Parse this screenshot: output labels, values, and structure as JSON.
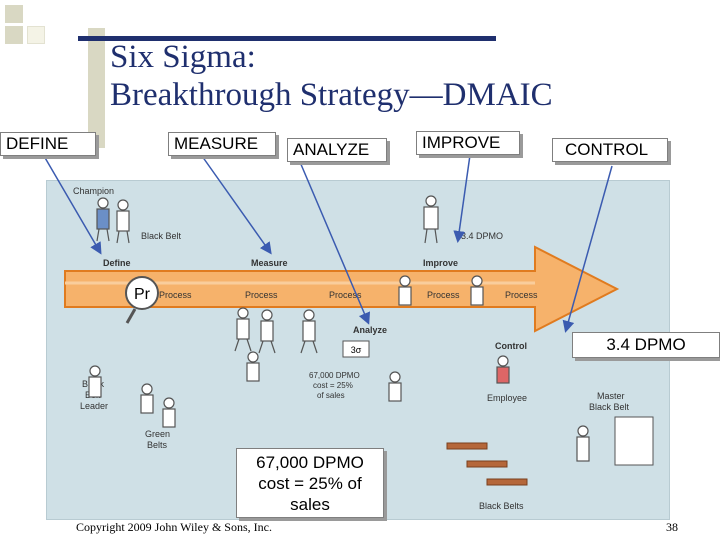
{
  "title": {
    "line1": "Six Sigma:",
    "line2": "Breakthrough Strategy—DMAIC"
  },
  "phases": {
    "define": "DEFINE",
    "measure": "MEASURE",
    "analyze": "ANALYZE",
    "improve": "IMPROVE",
    "control": "CONTROL"
  },
  "callouts": {
    "dpmo_target": "3.4 DPMO",
    "dpmo_current": "67,000 DPMO cost = 25% of sales"
  },
  "figure": {
    "champion": "Champion",
    "black_belt": "Black Belt",
    "define": "Define",
    "measure": "Measure",
    "improve": "Improve",
    "analyze": "Analyze",
    "control": "Control",
    "process_1": "Process",
    "process_2": "Process",
    "process_3": "Process",
    "process_4": "Process",
    "process_5": "Process",
    "pr_badge": "Pr",
    "dpmo_small": "3.4 DPMO",
    "sigma_box": "3σ",
    "dpmo_small_2a": "67,000 DPMO",
    "dpmo_small_2b": "cost = 25%",
    "dpmo_small_2c": "of sales",
    "employee": "Employee",
    "bb_leader_1": "Black",
    "bb_leader_2": "Belt",
    "bb_leader_3": "Leader",
    "green_belts_1": "Green",
    "green_belts_2": "Belts",
    "master_bb_1": "Master",
    "master_bb_2": "Black Belt",
    "black_belts": "Black Belts"
  },
  "footer": {
    "copyright": "Copyright 2009 John Wiley & Sons, Inc.",
    "page": "38"
  },
  "colors": {
    "title": "#1f2f6e",
    "arrow": "#f6b26b",
    "arrow_border": "#e07b1f",
    "figure_bg": "#cfe0e6",
    "pointer": "#3b5bb0"
  }
}
